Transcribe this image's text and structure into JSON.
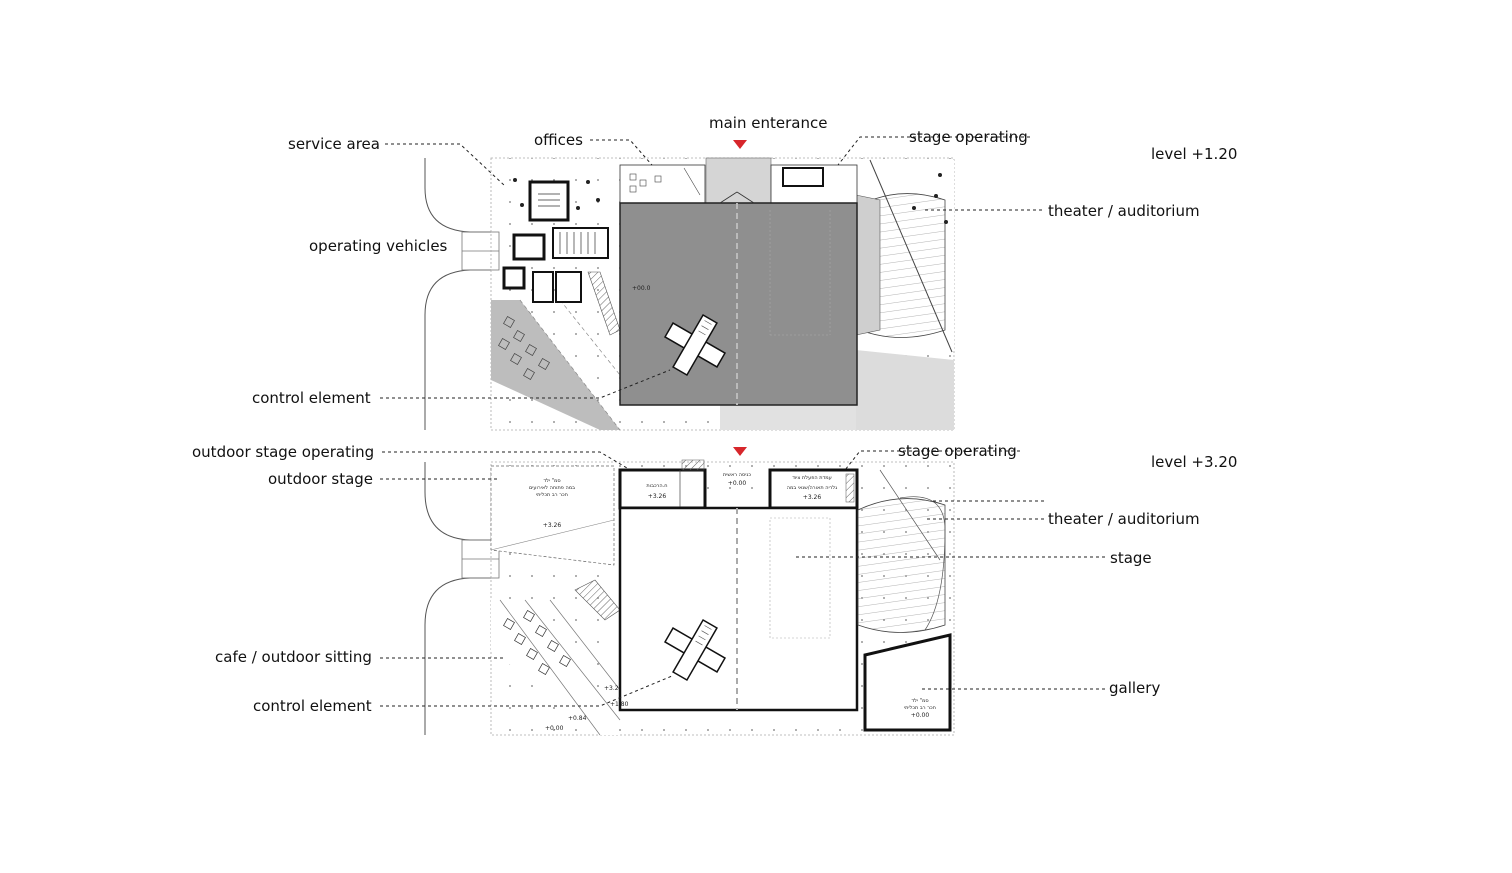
{
  "levels": {
    "upper": "level +1.20",
    "lower": "level +3.20"
  },
  "labels": {
    "main_entrance": "main enterance",
    "service_area": "service area",
    "offices": "offices",
    "stage_operating_top": "stage operating",
    "theater_top": "theater / auditorium",
    "operating_vehicles": "operating vehicles",
    "control_element_top": "control element",
    "outdoor_stage_operating": "outdoor stage operating",
    "outdoor_stage": "outdoor stage",
    "stage_operating_bottom": "stage operating",
    "theater_bottom": "theater / auditorium",
    "stage": "stage",
    "cafe": "cafe / outdoor sitting",
    "control_element_bottom": "control element",
    "gallery": "gallery"
  },
  "plan_text": {
    "level_top_main": "+00.0",
    "level_b1": "+3.26",
    "level_b2": "+3.26",
    "level_b3": "+0.00",
    "level_b4": "+0.00",
    "level_b5": "+3.26",
    "level_b6": "+0.84",
    "level_b7": "+0.00",
    "level_b8": "+3.26",
    "level_b9": "+1.80"
  },
  "colors": {
    "accent": "#d7262b",
    "hall_fill": "#8f8f8f",
    "light_fill": "#d9d9d9",
    "line": "#222222"
  }
}
